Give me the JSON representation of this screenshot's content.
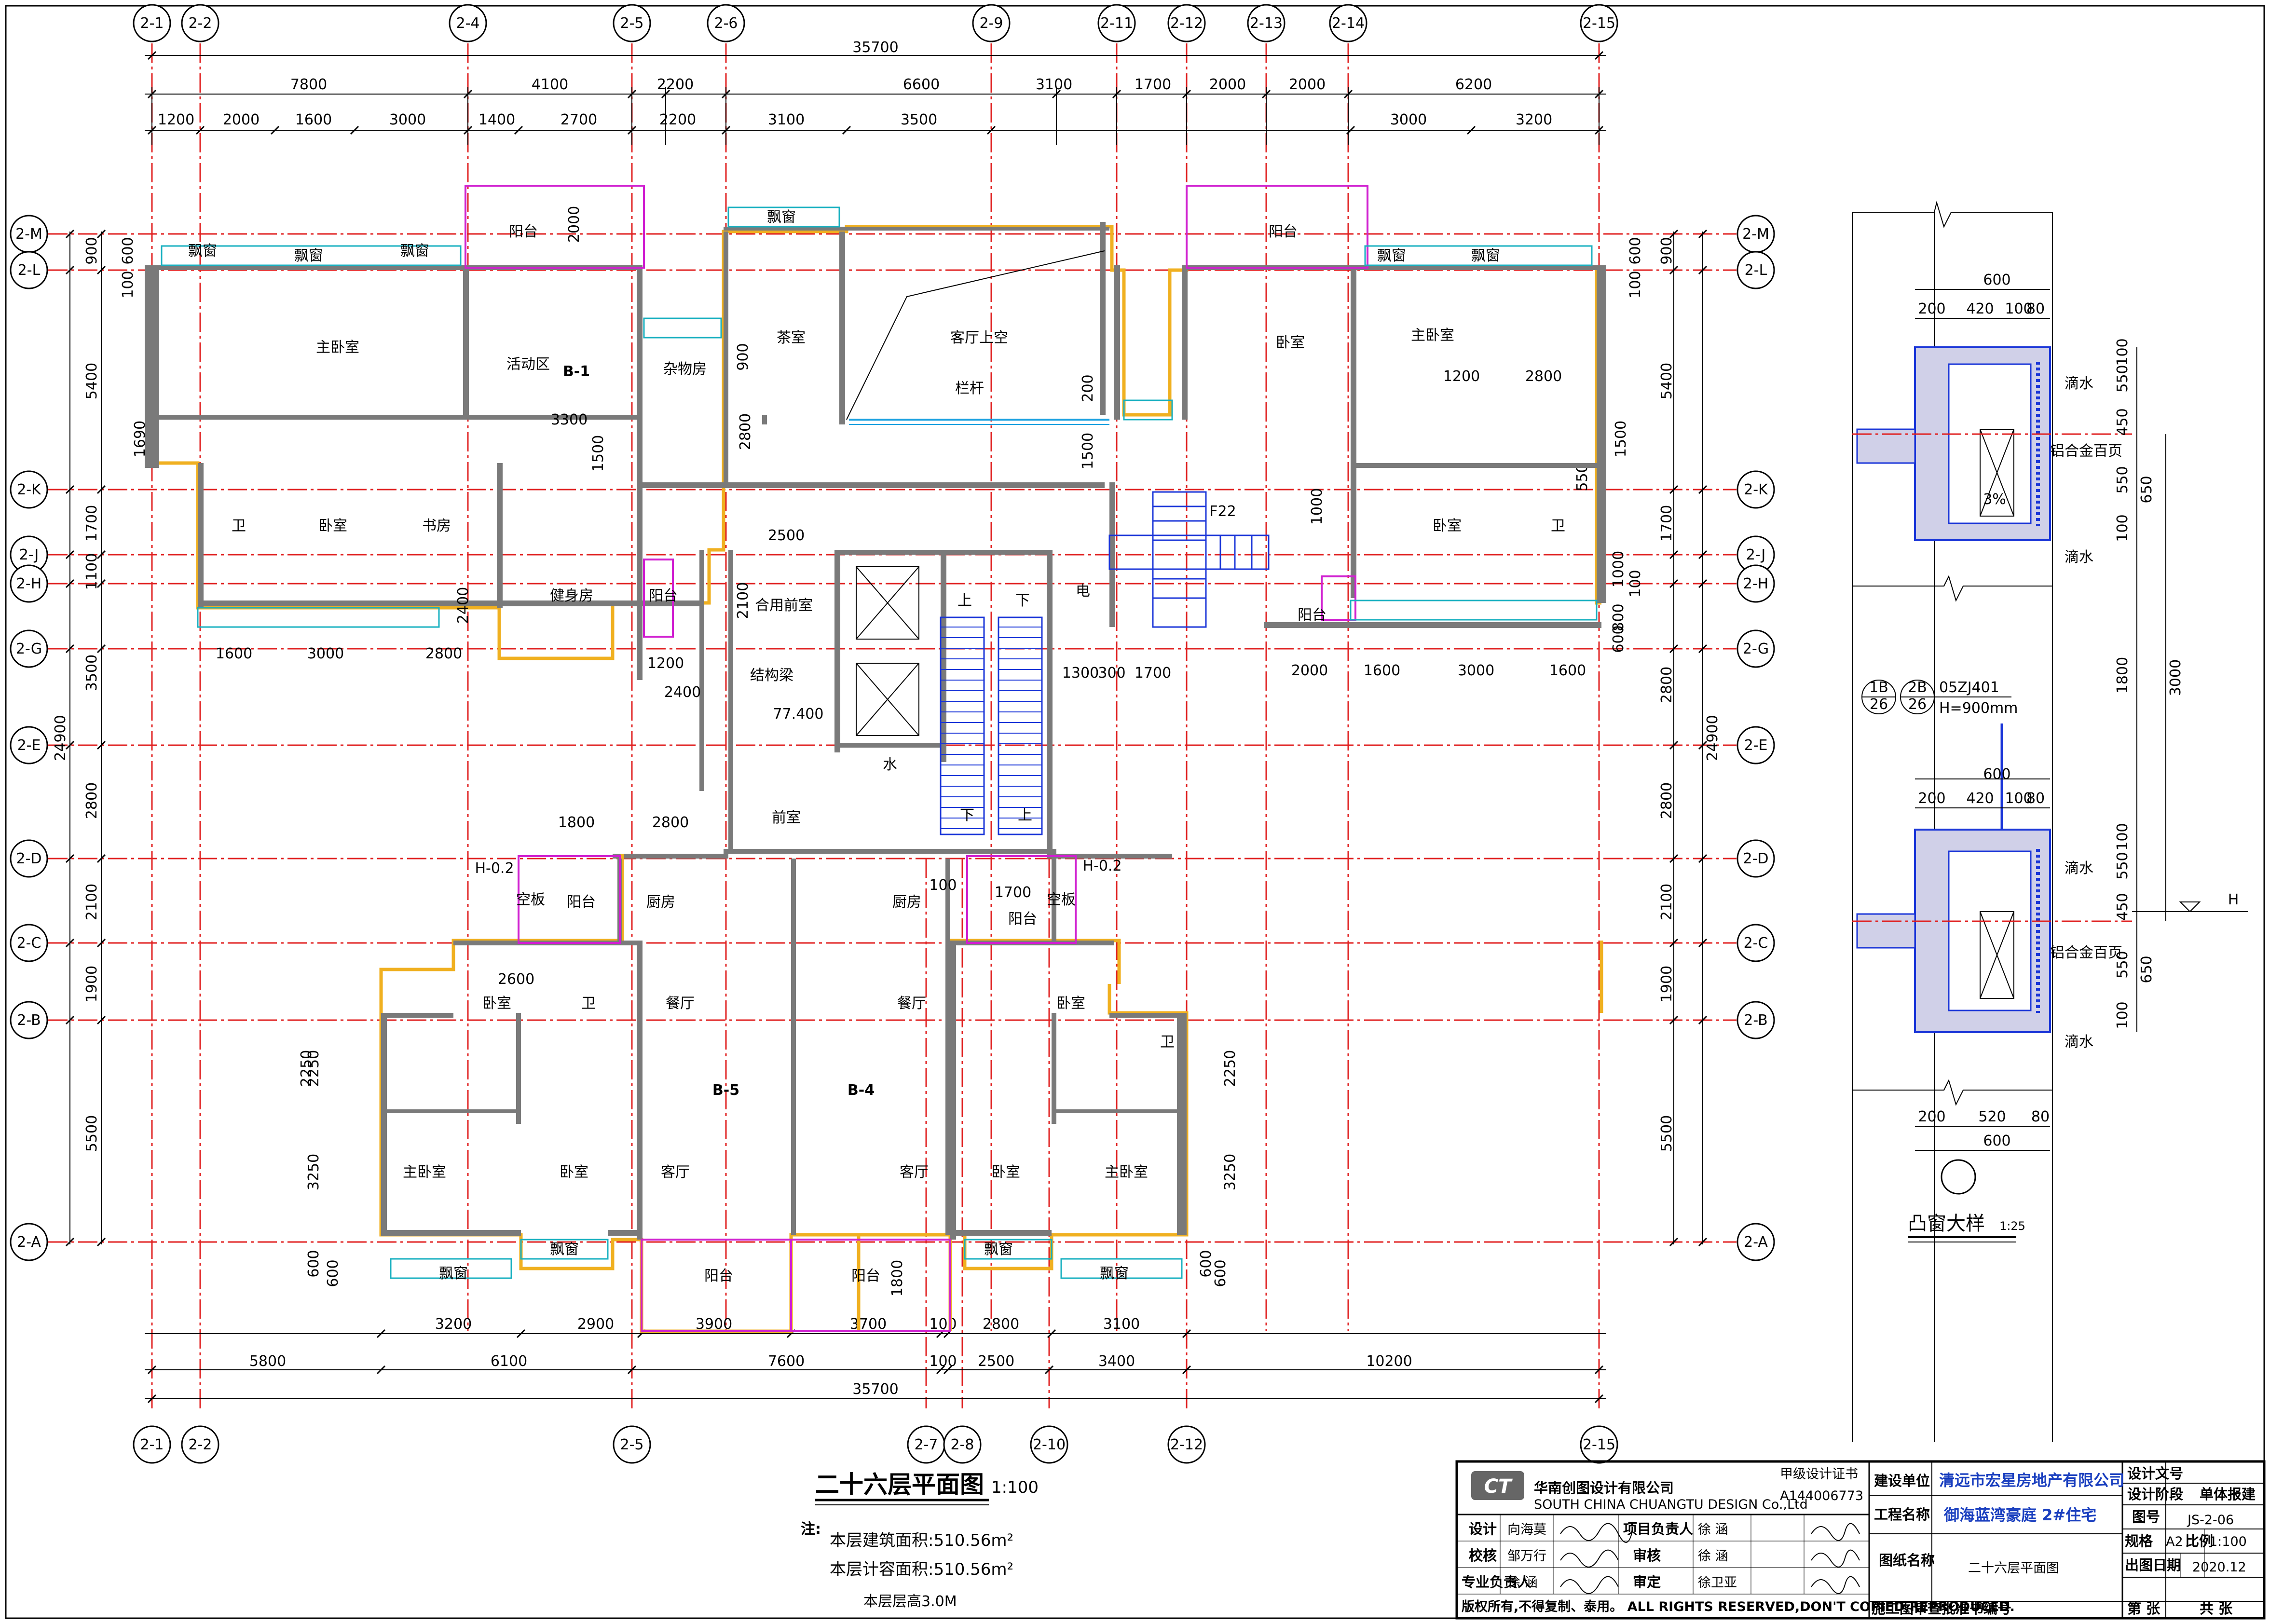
{
  "title": {
    "main": "二十六层平面图",
    "scale": "1:100",
    "notes_label": "注:",
    "note1": "本层建筑面积:510.56m²",
    "note2": "本层计容面积:510.56m²",
    "note3": "本层层高3.0M"
  },
  "grid_top": [
    "2-1",
    "2-2",
    "2-4",
    "2-5",
    "2-6",
    "2-9",
    "2-11",
    "2-12",
    "2-13",
    "2-14",
    "2-15"
  ],
  "grid_bottom": [
    "2-1",
    "2-2",
    "2-5",
    "2-7",
    "2-8",
    "2-10",
    "2-12",
    "2-15"
  ],
  "grid_side": [
    "2-M",
    "2-L",
    "2-K",
    "2-J",
    "2-H",
    "2-G",
    "2-E",
    "2-D",
    "2-C",
    "2-B",
    "2-A"
  ],
  "dims_top": {
    "total": "35700",
    "row2": [
      "7800",
      "4100",
      "2200",
      "6600",
      "3100",
      "1700",
      "2000",
      "2000",
      "6200"
    ],
    "row3": [
      "1200",
      "2000",
      "1600",
      "3000",
      "1400",
      "2700",
      "2200",
      "3100",
      "3500",
      "3000",
      "3200"
    ]
  },
  "dims_bottom": {
    "total": "35700",
    "row2": [
      "5800",
      "6100",
      "7600",
      "100",
      "2500",
      "3400",
      "10200"
    ],
    "row1": [
      "3200",
      "2900",
      "3900",
      "3700",
      "100",
      "2800",
      "3100"
    ]
  },
  "dims_left": {
    "total": "24900",
    "segments": [
      "900",
      "5400",
      "1700",
      "1100",
      "3500",
      "2800",
      "2100",
      "1900",
      "2250",
      "5500",
      "3250"
    ],
    "small": [
      "100",
      "600",
      "1690",
      "600",
      "600"
    ]
  },
  "dims_right": {
    "total": "24900",
    "segments": [
      "900",
      "5400",
      "1700",
      "1000",
      "800",
      "600",
      "2800",
      "2800",
      "2100",
      "1900",
      "2250",
      "5500",
      "3250"
    ],
    "small": [
      "100",
      "600",
      "1500",
      "550",
      "100",
      "600",
      "600"
    ]
  },
  "inner_dims": [
    "2000",
    "3300",
    "1500",
    "900",
    "2800",
    "200",
    "1500",
    "1200",
    "2800",
    "1000",
    "2500",
    "2100",
    "2400",
    "1200",
    "2400",
    "1600",
    "3000",
    "2800",
    "2000",
    "1600",
    "3000",
    "1600",
    "1300",
    "300",
    "1700",
    "1800",
    "2800",
    "2600",
    "1700",
    "100",
    "2250",
    "1800",
    "77.400"
  ],
  "rooms": {
    "master_bed_l": "主卧室",
    "activity": "活动区",
    "unit_b1": "B-1",
    "storage": "杂物房",
    "tea": "茶室",
    "living_void": "客厅上空",
    "railing": "栏杆",
    "bedroom_r1": "卧室",
    "master_bed_r": "主卧室",
    "balcony1": "阳台",
    "balcony2": "阳台",
    "bay1": "飘窗",
    "bay2": "飘窗",
    "bay3": "飘窗",
    "bay4": "飘窗",
    "bay5": "飘窗",
    "bay6": "飘窗",
    "bedroom_l": "卧室",
    "study": "书房",
    "bath_l": "卫",
    "gym": "健身房",
    "balcony3": "阳台",
    "shared_front": "合用前室",
    "struct_beam": "结构梁",
    "up1": "上",
    "down1": "下",
    "elec": "电",
    "f22": "F22",
    "bedroom_r2": "卧室",
    "bath_r": "卫",
    "balcony4": "阳台",
    "water": "水",
    "front_room": "前室",
    "down2": "下",
    "up2": "上",
    "h02l": "H-0.2",
    "h02r": "H-0.2",
    "ac1": "空板",
    "ac2": "空板",
    "balcony5": "阳台",
    "kitchen_l": "厨房",
    "kitchen_r": "厨房",
    "balcony6": "阳台",
    "bedroom_b1": "卧室",
    "bath_b1": "卫",
    "dining_l": "餐厅",
    "dining_r": "餐厅",
    "bedroom_b2": "卧室",
    "bath_b2": "卫",
    "unit_b5": "B-5",
    "unit_b4": "B-4",
    "master_b_l": "主卧室",
    "bedroom_b3": "卧室",
    "living_l": "客厅",
    "living_r": "客厅",
    "bedroom_b4": "卧室",
    "master_b_r": "主卧室",
    "balcony7": "阳台",
    "balcony8": "阳台",
    "bay_b1": "飘窗",
    "bay_b2": "飘窗",
    "bay_b3": "飘窗",
    "bay_b4": "飘窗"
  },
  "detail": {
    "title": "凸窗大样",
    "scale": "1:25",
    "labels": [
      "滴水",
      "铝合金百页",
      "滴水",
      "滴水",
      "铝合金百页",
      "滴水"
    ],
    "ref1": "1B",
    "ref1b": "26",
    "ref2": "2B",
    "ref2b": "26",
    "std": "05ZJ401",
    "height": "H=900mm",
    "pct": "3%",
    "dims_top": [
      "600",
      "200",
      "420",
      "100",
      "80"
    ],
    "dims_mid": [
      "600",
      "200",
      "420",
      "100",
      "80"
    ],
    "dims_bottom": [
      "200",
      "520",
      "80",
      "600"
    ],
    "dims_right": [
      "100",
      "550",
      "450",
      "550",
      "650",
      "100",
      "1800",
      "3000",
      "100",
      "550",
      "450",
      "550",
      "650",
      "100"
    ],
    "hmark": "H"
  },
  "titleblock": {
    "company_cn": "华南创图设计有限公司",
    "company_en": "SOUTH CHINA CHUANGTU DESIGN Co.,Ltd",
    "license": "A144006773",
    "license_label": "甲级设计证书",
    "client_label": "建设单位",
    "client": "清远市宏星房地产有限公司",
    "project_label": "工程名称",
    "project": "御海蓝湾豪庭 2#住宅",
    "drawing_label": "图纸名称",
    "drawing": "二十六层平面图",
    "design_no_label": "设计文号",
    "stage_label": "设计阶段",
    "stage": "单体报建",
    "fig_no_label": "图号",
    "fig_no": "JS-2-06",
    "size_label": "规格",
    "size": "A2",
    "ratio_label": "比例",
    "ratio": "1:100",
    "date_label": "出图日期",
    "date": "2020.12",
    "page_label": "第 张",
    "total_label": "共 张",
    "roles": [
      "设计",
      "校核",
      "专业负责人"
    ],
    "names": [
      "向海莫",
      "邹万行",
      "徐 涵"
    ],
    "roles2": [
      "项目负责人",
      "审核",
      "审定"
    ],
    "names2": [
      "徐 涵",
      "徐 涵",
      "徐卫亚"
    ],
    "copyright": "版权所有,不得复制、泰用。 ALL RIGHTS RESERVED,DON'T COPIED,REPRODUCED.",
    "review": "施工图审查批准书编号"
  }
}
